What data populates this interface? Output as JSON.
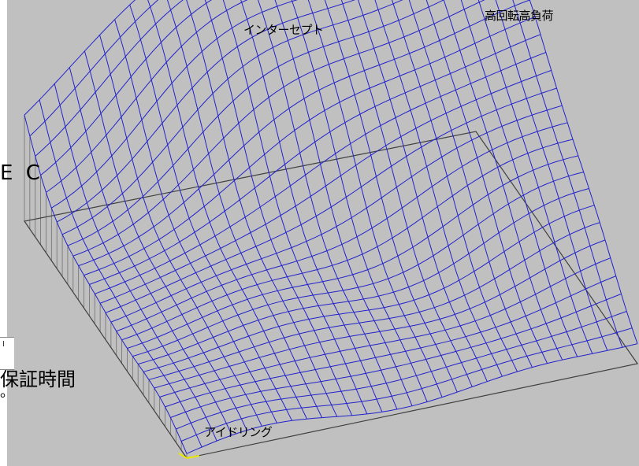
{
  "labels": {
    "intercept": "インターセプト",
    "high_load": "高回転高負荷",
    "idling": "アイドリング"
  },
  "overlay": {
    "ec_text": "E C",
    "guarantee_text": "保証時間",
    "period_text": "。",
    "tag_text": "I"
  },
  "colors": {
    "background": "#c0c0c0",
    "mesh": "#2222cc",
    "outline": "#404040",
    "origin_marker": "#e8e800"
  },
  "mesh": {
    "rows": 31,
    "cols": 31
  }
}
